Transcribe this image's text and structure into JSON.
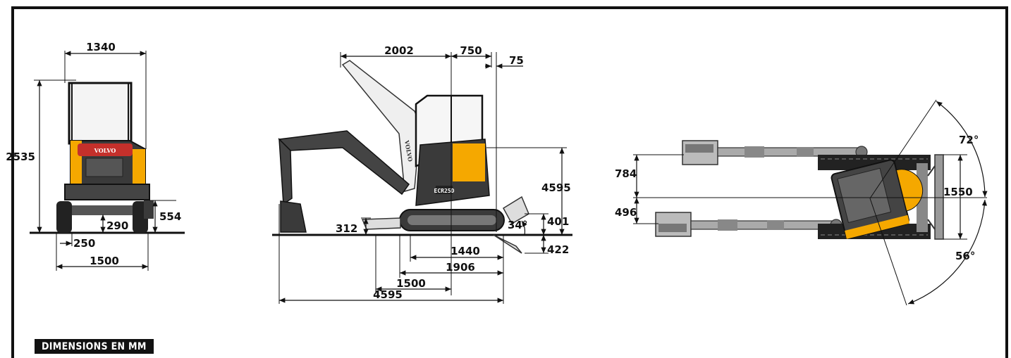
{
  "footer": {
    "label": "DIMENSIONS EN MM"
  },
  "brand": {
    "logo_text": "VOLVO",
    "model_text": "ECR25D"
  },
  "colors": {
    "line": "#111111",
    "accent": "#f5a800",
    "body": "#3a3a3a",
    "cab": "#e8e8e8"
  },
  "front_view": {
    "width_top": "1340",
    "height": "2535",
    "ground_clearance": "290",
    "blade_height": "554",
    "track_width": "250",
    "track_gauge": "1500"
  },
  "side_view": {
    "boom_reach": "2002",
    "tail_offset": "750",
    "tail_extra": "75",
    "overall_height": "4595",
    "dig_below": "312",
    "blade_angle": "34°",
    "blade_lift": "401",
    "blade_depth": "422",
    "track_length": "1440",
    "undercarriage_length": "1906",
    "swing_center": "1500",
    "transport_length": "4595"
  },
  "top_view": {
    "offset_left": "784",
    "offset_right": "496",
    "blade_width": "1550",
    "swing_left": "72°",
    "swing_right": "56°"
  }
}
